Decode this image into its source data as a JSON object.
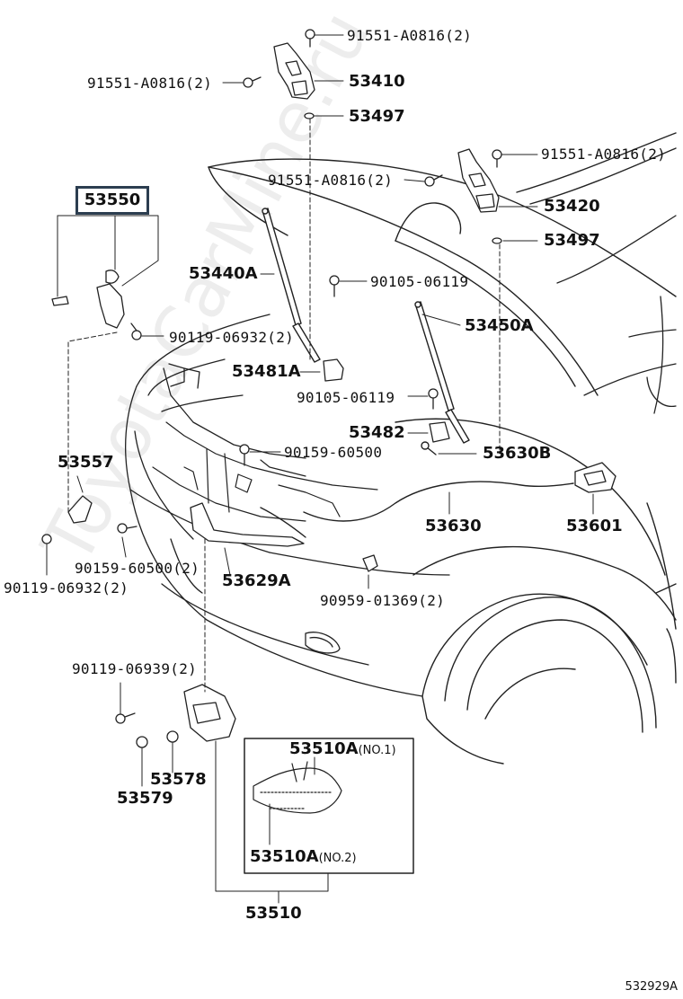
{
  "watermark": "ToyotaCarMine.ru",
  "figure_code": "532929A",
  "callouts": {
    "c1": "91551-A0816(2)",
    "c2": "91551-A0816(2)",
    "c3": "53410",
    "c4": "53497",
    "c5": "91551-A0816(2)",
    "c6": "91551-A0816(2)",
    "c7": "53420",
    "c8": "53497",
    "c9": "53550",
    "c10": "53440A",
    "c11": "90105-06119",
    "c12": "53450A",
    "c13": "90119-06932(2)",
    "c14": "53481A",
    "c15": "90105-06119",
    "c16": "53482",
    "c17": "53630B",
    "c18": "90159-60500",
    "c19": "53557",
    "c20": "53630",
    "c21": "53601",
    "c22": "90159-60500(2)",
    "c23": "53629A",
    "c24": "90119-06932(2)",
    "c25": "90959-01369(2)",
    "c26": "90119-06939(2)",
    "c27": "53578",
    "c28": "53579",
    "c29": "53510A",
    "c29s": "(NO.1)",
    "c30": "53510A",
    "c30s": "(NO.2)",
    "c31": "53510"
  }
}
